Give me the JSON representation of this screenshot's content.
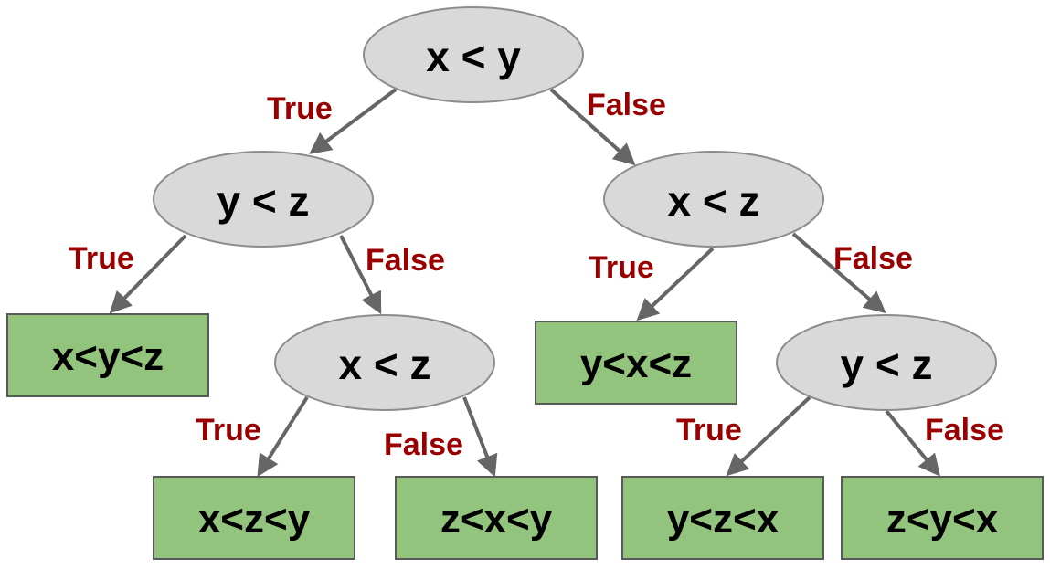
{
  "diagram": {
    "nodes": {
      "root": "x < y",
      "left": "y < z",
      "right": "x < z",
      "left_right": "x < z",
      "right_right": "y < z"
    },
    "leaves": {
      "ll": "x<y<z",
      "lrl": "x<z<y",
      "lrr": "z<x<y",
      "rl": "y<x<z",
      "rrl": "y<z<x",
      "rrr": "z<y<x"
    },
    "edge_labels": {
      "root_left": "True",
      "root_right": "False",
      "left_left": "True",
      "left_right": "False",
      "right_left": "True",
      "right_right": "False",
      "lr_left": "True",
      "lr_right": "False",
      "rr_left": "True",
      "rr_right": "False"
    },
    "colors": {
      "decision_node_fill": "#d9d9d9",
      "leaf_fill": "#93c47d",
      "edge_label": "#990000",
      "edge_line": "#666666"
    }
  }
}
